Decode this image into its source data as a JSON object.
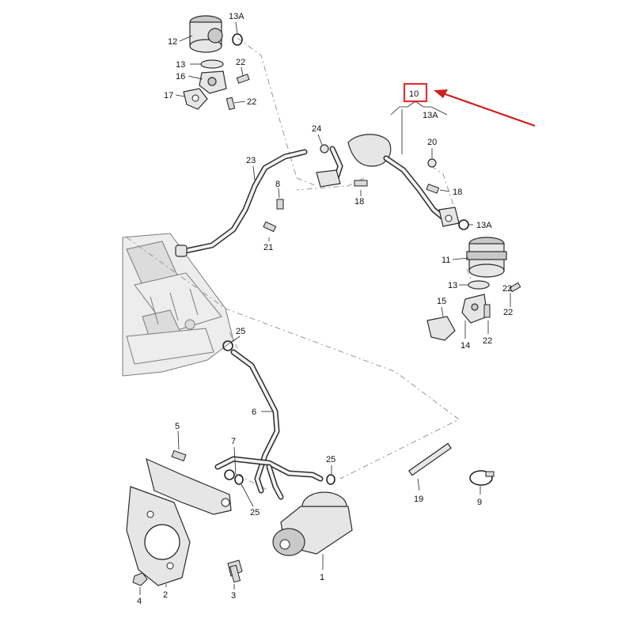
{
  "labels": {
    "l12": "12",
    "l13a_top": "13A",
    "l13_top": "13",
    "l22_a": "22",
    "l16": "16",
    "l17": "17",
    "l22_b": "22",
    "l10": "10",
    "l13a_mid": "13A",
    "l24": "24",
    "l20": "20",
    "l23": "23",
    "l8": "8",
    "l18_a": "18",
    "l18_b": "18",
    "l13a_right": "13A",
    "l21": "21",
    "l11": "11",
    "l13_right": "13",
    "l22_c": "22",
    "l15": "15",
    "l22_d": "22",
    "l14": "14",
    "l22_e": "22",
    "l25_a": "25",
    "l6": "6",
    "l5": "5",
    "l7": "7",
    "l25_b": "25",
    "l25_c": "25",
    "l19": "19",
    "l9": "9",
    "l1": "1",
    "l2": "2",
    "l3": "3",
    "l4": "4"
  },
  "highlight": {
    "color": "#e03131",
    "arrow_color": "#cc1f1f"
  }
}
